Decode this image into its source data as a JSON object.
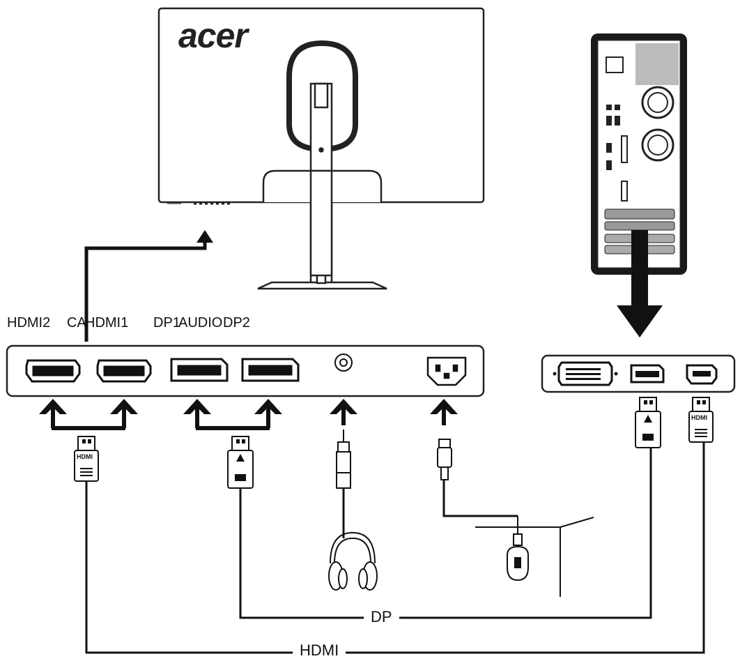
{
  "brand": "acer",
  "ports": {
    "hdmi2": "HDMI2",
    "ca": "CA",
    "hdmi1": "HDMI1",
    "dp1": "DP1",
    "audio": "AUDIO",
    "dp2": "DP2"
  },
  "cables": {
    "dp": "DP",
    "hdmi": "HDMI"
  },
  "plug_labels": {
    "hdmi_left": "HDMI",
    "hdmi_right": "HDMI"
  }
}
